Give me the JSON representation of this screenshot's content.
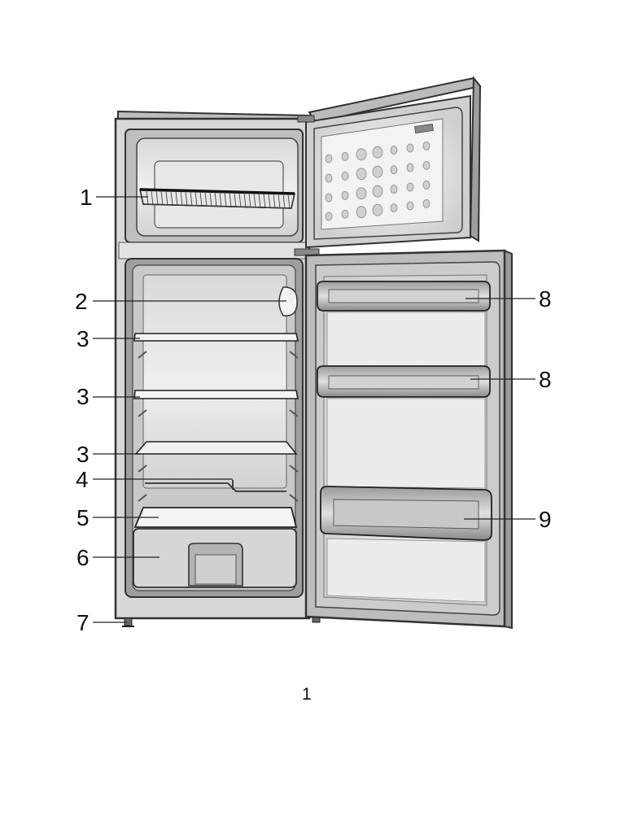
{
  "callouts": [
    {
      "label": "1"
    },
    {
      "label": "2"
    },
    {
      "label": "3"
    },
    {
      "label": "3"
    },
    {
      "label": "3"
    },
    {
      "label": "4"
    },
    {
      "label": "5"
    },
    {
      "label": "6"
    },
    {
      "label": "7"
    },
    {
      "label": "8"
    },
    {
      "label": "8"
    },
    {
      "label": "9"
    }
  ],
  "page_number": "1"
}
